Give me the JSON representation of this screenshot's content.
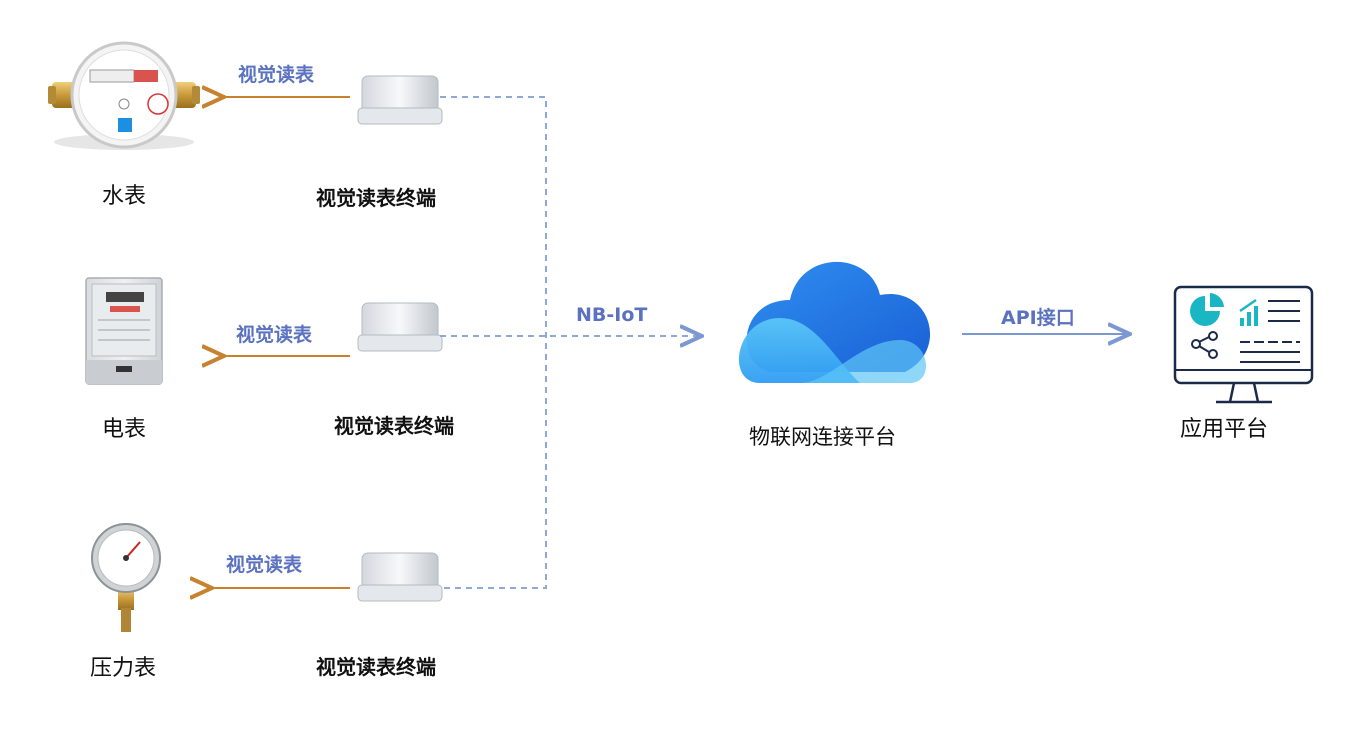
{
  "meters": {
    "water": {
      "label": "水表"
    },
    "electric": {
      "label": "电表"
    },
    "pressure": {
      "label": "压力表"
    }
  },
  "terminals": [
    {
      "label": "视觉读表终端"
    },
    {
      "label": "视觉读表终端"
    },
    {
      "label": "视觉读表终端"
    }
  ],
  "edges": {
    "read_label_1": "视觉读表",
    "read_label_2": "视觉读表",
    "read_label_3": "视觉读表",
    "nbiot_label": "NB-IoT",
    "api_label": "API接口"
  },
  "platform": {
    "label": "物联网连接平台"
  },
  "app": {
    "label": "应用平台"
  },
  "colors": {
    "arrow_orange": "#c7822f",
    "dash_blue": "#8fa8d8",
    "edge_text": "#5a72bf",
    "cloud_dark": "#1f6fe0",
    "cloud_light": "#4fb8f5",
    "accent_teal": "#1bb6c4"
  }
}
